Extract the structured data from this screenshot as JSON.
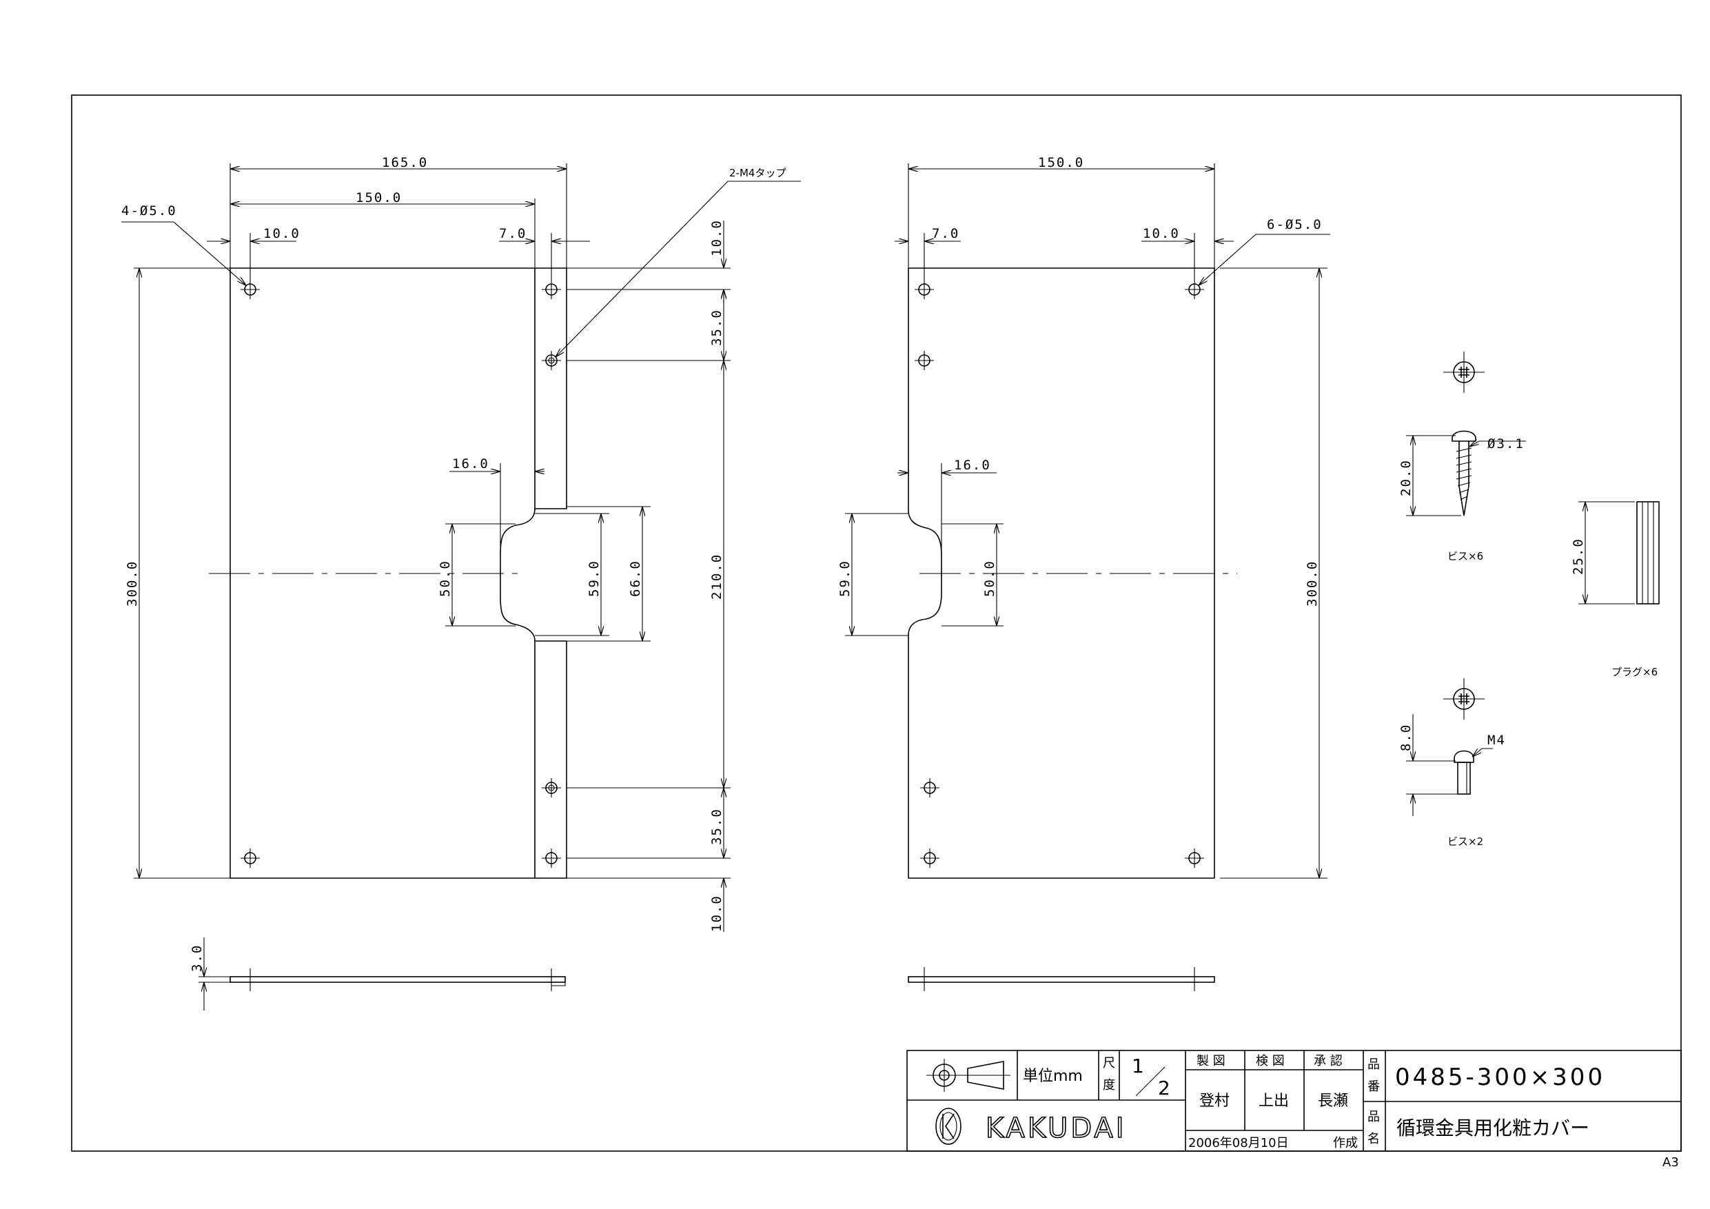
{
  "dims": {
    "d_165": "165.0",
    "d_150_left": "150.0",
    "d_4phi5": "4-Ø5.0",
    "d_10_left": "10.0",
    "d_7_left": "7.0",
    "d_2m4": "2-M4タップ",
    "d_10_top_r": "10.0",
    "d_35_top": "35.0",
    "d_210": "210.0",
    "d_35_bot": "35.0",
    "d_10_bot": "10.0",
    "d_300_left": "300.0",
    "d_16_left": "16.0",
    "d_50_left": "50.0",
    "d_59_left": "59.0",
    "d_66": "66.0",
    "d_3": "3.0",
    "d_150_right": "150.0",
    "d_7_right": "7.0",
    "d_10_right": "10.0",
    "d_6phi5": "6-Ø5.0",
    "d_16_right": "16.0",
    "d_59_right": "59.0",
    "d_50_right": "50.0",
    "d_300_right": "300.0",
    "d_phi31": "Ø3.1",
    "d_20": "20.0",
    "screw_a": "ビス×6",
    "d_25": "25.0",
    "plug": "プラグ×6",
    "d_8": "8.0",
    "m4": "M4",
    "screw_b": "ビス×2"
  },
  "title_block": {
    "unit": "単位mm",
    "scale_label_1": "尺",
    "scale_label_2": "度",
    "scale_num": "1",
    "scale_den": "2",
    "drawn_label": "製 図",
    "checked_label": "検 図",
    "approved_label": "承 認",
    "drawn_by": "登村",
    "checked_by": "上出",
    "approved_by": "長瀬",
    "part_no_label_1": "品",
    "part_no_label_2": "番",
    "part_name_label_1": "品",
    "part_name_label_2": "名",
    "part_no": "0485-300×300",
    "part_name": "循環金具用化粧カバー",
    "company": "KAKUDAI",
    "date": "2006年08月10日",
    "date_suffix": "作成"
  },
  "sheet_size": "A3"
}
